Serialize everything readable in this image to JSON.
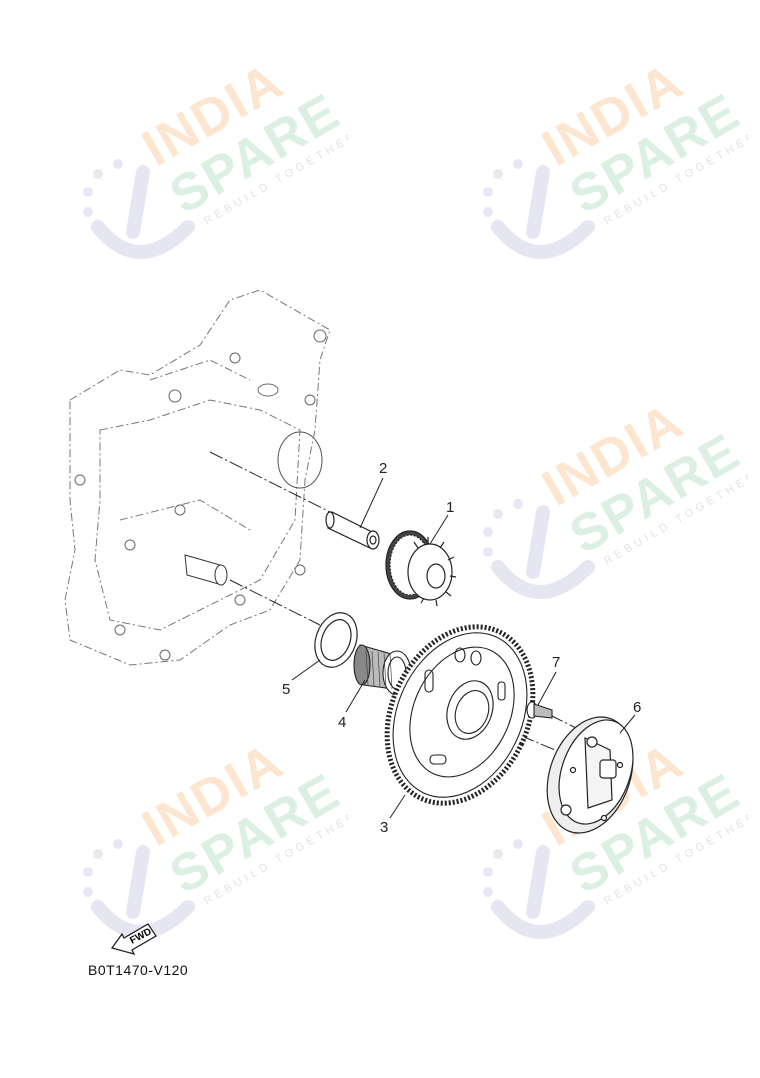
{
  "diagram": {
    "type": "exploded-parts-diagram",
    "subject": "starter clutch assembly",
    "diagram_code": "B0T1470-V120",
    "direction_marker": "FWD",
    "callouts": [
      {
        "number": "1",
        "part": "idler gear"
      },
      {
        "number": "2",
        "part": "shaft"
      },
      {
        "number": "3",
        "part": "starter wheel gear"
      },
      {
        "number": "4",
        "part": "needle bearing"
      },
      {
        "number": "5",
        "part": "washer"
      },
      {
        "number": "6",
        "part": "one-way clutch housing"
      },
      {
        "number": "7",
        "part": "bolt"
      }
    ]
  },
  "watermark": {
    "line1": "INDIA",
    "line2": "SPARE",
    "tagline": "REBUILD TOGETHER",
    "colors": {
      "india": "#fde6cf",
      "spare": "#dcefe3",
      "icon": "#e4e4f2"
    }
  }
}
